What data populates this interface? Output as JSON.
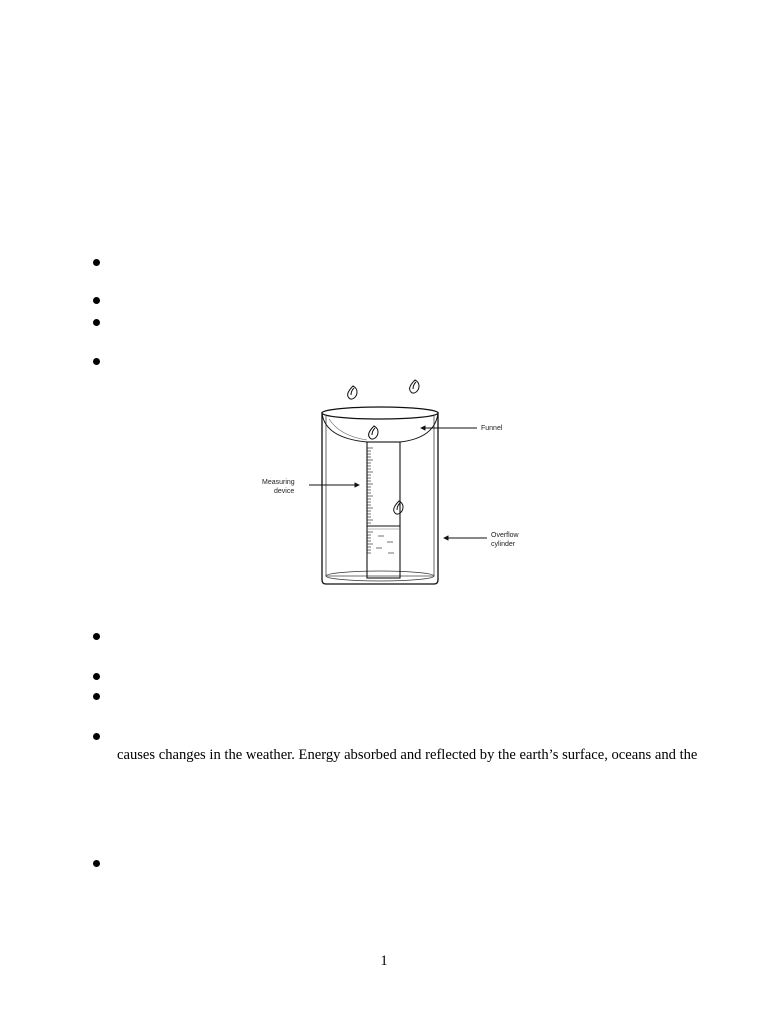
{
  "document": {
    "body_fragment": "causes changes in the weather. Energy absorbed and reflected by the earth’s surface, oceans and the",
    "page_number": "1"
  },
  "figure": {
    "labels": {
      "funnel": "Funnel",
      "measuring_device_line1": "Measuring",
      "measuring_device_line2": "device",
      "overflow_line1": "Overflow",
      "overflow_line2": "cylinder"
    }
  }
}
